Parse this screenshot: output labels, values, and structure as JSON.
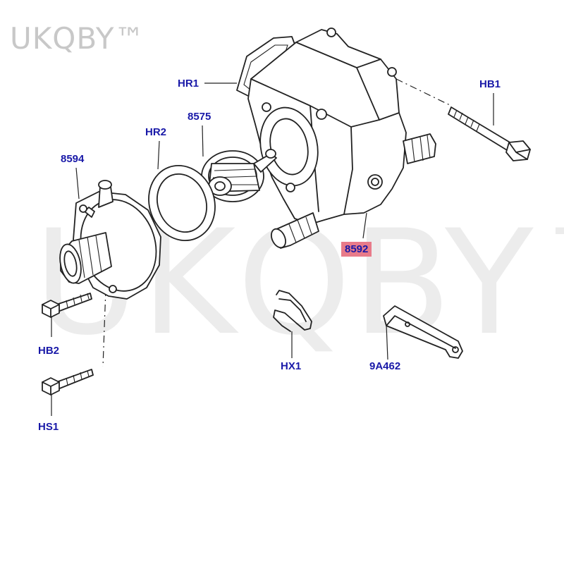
{
  "watermark": {
    "small": "UKQBY™",
    "large": "UKQBY™"
  },
  "callouts": {
    "hr1": "HR1",
    "hb1": "HB1",
    "n8575": "8575",
    "hr2": "HR2",
    "n8594": "8594",
    "n8592": "8592",
    "hb2": "HB2",
    "hx1": "HX1",
    "n9a462": "9A462",
    "hs1": "HS1"
  },
  "colors": {
    "callout_text": "#1919a8",
    "highlight": "#e87b8a"
  }
}
